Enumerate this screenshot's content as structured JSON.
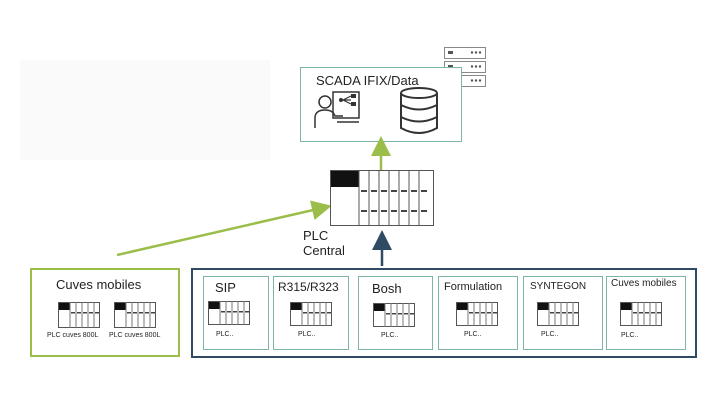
{
  "scada": {
    "title": "SCADA IFIX/Data"
  },
  "plc_central": {
    "line1": "PLC",
    "line2": "Central"
  },
  "mobile_group": {
    "title": "Cuves mobiles",
    "plc1": "PLC cuves 800L",
    "plc2": "PLC cuves 800L"
  },
  "modules": [
    {
      "title": "SIP",
      "plc": "PLC.."
    },
    {
      "title": "R315/R323",
      "plc": "PLC.."
    },
    {
      "title": "Bosh",
      "plc": "PLC.."
    },
    {
      "title": "Formulation",
      "plc": "PLC.."
    },
    {
      "title": "SYNTEGON",
      "plc": "PLC.."
    },
    {
      "title": "Cuves mobiles",
      "plc": "PLC.."
    }
  ],
  "colors": {
    "green_arrow": "#9bbd4a",
    "navy_arrow": "#2f4a63",
    "teal_border": "#7fb5a8"
  }
}
